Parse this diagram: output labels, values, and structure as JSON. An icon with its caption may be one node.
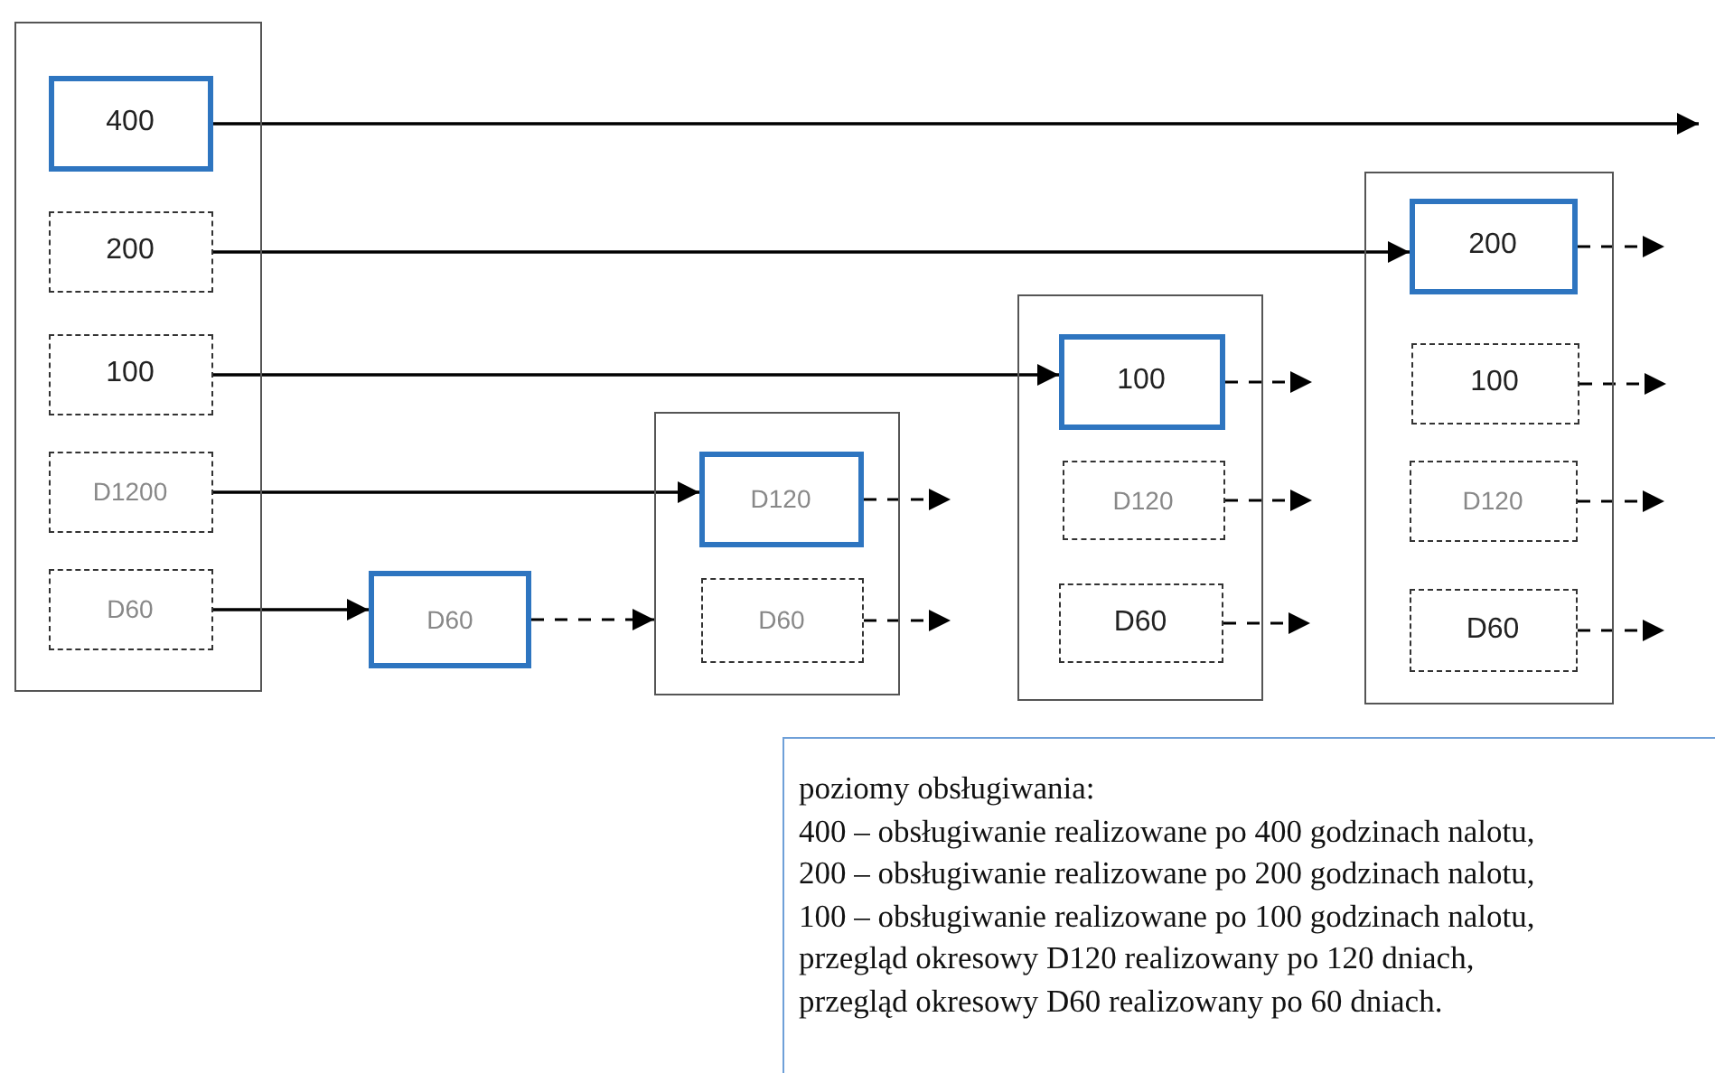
{
  "diagram": {
    "nodes": [
      {
        "text": [],
        "shape": "box"
      },
      {
        "text": [
          "400"
        ],
        "in": 0
      },
      {
        "text": [
          "200"
        ],
        "in": 0
      },
      {
        "text": [
          "100"
        ],
        "in": 0
      },
      {
        "text": [
          "D1200"
        ],
        "in": 0
      },
      {
        "text": [
          "D60"
        ],
        "in": 0
      },
      {
        "text": [
          "D60"
        ]
      },
      {
        "text": [],
        "shape": "box"
      },
      {
        "text": [
          "D120"
        ],
        "in": 7
      },
      {
        "text": [
          "D60"
        ],
        "in": 7
      },
      {
        "text": [],
        "shape": "box"
      },
      {
        "text": [
          "100"
        ],
        "in": 10
      },
      {
        "text": [
          "D120"
        ],
        "in": 10
      },
      {
        "text": [
          "D60"
        ],
        "in": 10
      },
      {
        "text": [],
        "shape": "box"
      },
      {
        "text": [
          "200"
        ],
        "in": 14
      },
      {
        "text": [
          "100"
        ],
        "in": 14
      },
      {
        "text": [
          "D120"
        ],
        "in": 14
      },
      {
        "text": [
          "D60"
        ],
        "in": 14
      },
      {
        "text": [
          "poziomy obsługiwania:",
          "400 – obsługiwanie realizowane po 400 godzinach nalotu,",
          "200 – obsługiwanie realizowane po 200 godzinach nalotu,",
          "100 – obsługiwanie realizowane po 100 godzinach nalotu,",
          "przegląd okresowy D120 realizowany po 120 dniach,",
          "przegląd okresowy D60 realizowany po 60 dniach."
        ]
      }
    ],
    "edges": [
      {
        "from": 1,
        "to": null,
        "arrow": "to"
      },
      {
        "from": 2,
        "to": 15,
        "arrow": "to"
      },
      {
        "from": 3,
        "to": 11,
        "arrow": "to"
      },
      {
        "from": 4,
        "to": 8,
        "arrow": "to"
      },
      {
        "from": 5,
        "to": 6,
        "arrow": "to"
      },
      {
        "from": 6,
        "to": 7,
        "arrow": "to",
        "style": "dashed"
      },
      {
        "from": 8,
        "to": null,
        "arrow": "to",
        "style": "dashed"
      },
      {
        "from": 9,
        "to": null,
        "arrow": "to",
        "style": "dashed"
      },
      {
        "from": 11,
        "to": null,
        "arrow": "to",
        "style": "dashed"
      },
      {
        "from": 12,
        "to": null,
        "arrow": "to",
        "style": "dashed"
      },
      {
        "from": 13,
        "to": null,
        "arrow": "to",
        "style": "dashed"
      },
      {
        "from": 15,
        "to": null,
        "arrow": "to",
        "style": "dashed"
      },
      {
        "from": 16,
        "to": null,
        "arrow": "to",
        "style": "dashed"
      },
      {
        "from": 17,
        "to": null,
        "arrow": "to",
        "style": "dashed"
      },
      {
        "from": 18,
        "to": null,
        "arrow": "to",
        "style": "dashed"
      }
    ]
  }
}
